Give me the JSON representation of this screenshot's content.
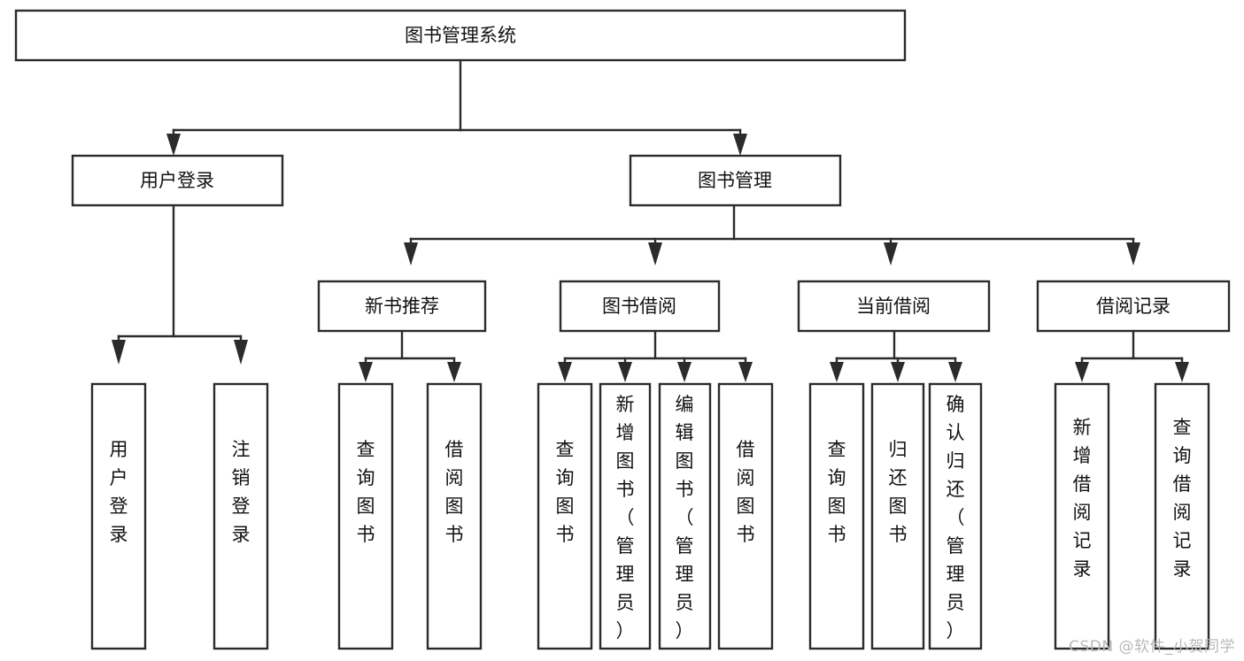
{
  "diagram": {
    "title": "图书管理系统",
    "type": "tree-hierarchy-diagram",
    "orientation": "top-down",
    "watermark": "CSDN @软件_小贺同学",
    "colors": {
      "background": "#ffffff",
      "stroke": "#2b2b2b",
      "node_fill": "#ffffff",
      "text": "#111111",
      "watermark": "#b9b9b9"
    }
  },
  "nodes": {
    "root": {
      "id": "root",
      "label": "图书管理系统",
      "level": 0,
      "orientation": "horizontal"
    },
    "level1": [
      {
        "id": "user-login",
        "label": "用户登录",
        "level": 1,
        "orientation": "horizontal"
      },
      {
        "id": "book-manage",
        "label": "图书管理",
        "level": 1,
        "orientation": "horizontal"
      }
    ],
    "level2": [
      {
        "id": "new-book-recommend",
        "label": "新书推荐",
        "level": 2,
        "orientation": "horizontal",
        "parent": "book-manage"
      },
      {
        "id": "book-borrow",
        "label": "图书借阅",
        "level": 2,
        "orientation": "horizontal",
        "parent": "book-manage"
      },
      {
        "id": "current-borrow",
        "label": "当前借阅",
        "level": 2,
        "orientation": "horizontal",
        "parent": "book-manage"
      },
      {
        "id": "borrow-record",
        "label": "借阅记录",
        "level": 2,
        "orientation": "horizontal",
        "parent": "book-manage"
      }
    ],
    "leaves": [
      {
        "id": "leaf-user-login",
        "label": "用户登录",
        "parent": "user-login",
        "orientation": "vertical"
      },
      {
        "id": "leaf-logout-login",
        "label": "注销登录",
        "parent": "user-login",
        "orientation": "vertical"
      },
      {
        "id": "leaf-query-book-1",
        "label": "查询图书",
        "parent": "new-book-recommend",
        "orientation": "vertical"
      },
      {
        "id": "leaf-borrow-book-1",
        "label": "借阅图书",
        "parent": "new-book-recommend",
        "orientation": "vertical"
      },
      {
        "id": "leaf-query-book-2",
        "label": "查询图书",
        "parent": "book-borrow",
        "orientation": "vertical"
      },
      {
        "id": "leaf-add-book",
        "label": "新增图书（管理员）",
        "parent": "book-borrow",
        "orientation": "vertical"
      },
      {
        "id": "leaf-edit-book",
        "label": "编辑图书（管理员）",
        "parent": "book-borrow",
        "orientation": "vertical"
      },
      {
        "id": "leaf-borrow-book-2",
        "label": "借阅图书",
        "parent": "book-borrow",
        "orientation": "vertical"
      },
      {
        "id": "leaf-query-book-3",
        "label": "查询图书",
        "parent": "current-borrow",
        "orientation": "vertical"
      },
      {
        "id": "leaf-return-book",
        "label": "归还图书",
        "parent": "current-borrow",
        "orientation": "vertical"
      },
      {
        "id": "leaf-confirm-return",
        "label": "确认归还（管理员）",
        "parent": "current-borrow",
        "orientation": "vertical"
      },
      {
        "id": "leaf-add-record",
        "label": "新增借阅记录",
        "parent": "borrow-record",
        "orientation": "vertical"
      },
      {
        "id": "leaf-query-record",
        "label": "查询借阅记录",
        "parent": "borrow-record",
        "orientation": "vertical"
      }
    ]
  }
}
